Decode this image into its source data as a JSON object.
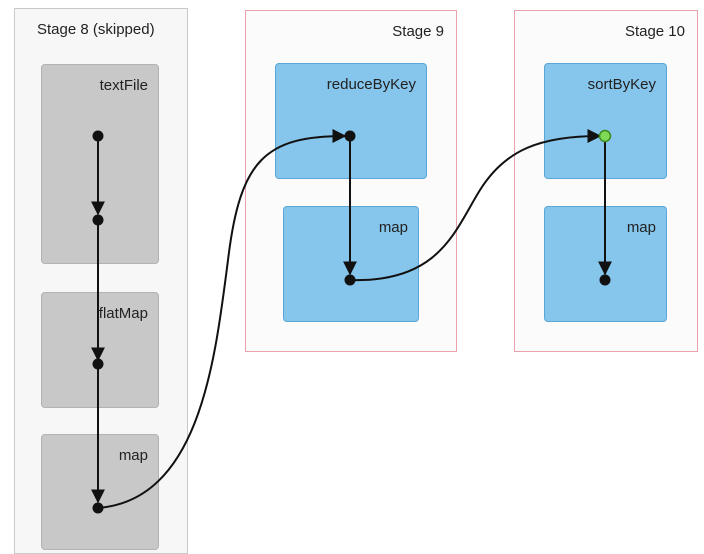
{
  "stages": [
    {
      "label": "Stage 8 (skipped)",
      "status": "skipped"
    },
    {
      "label": "Stage 9",
      "status": "active"
    },
    {
      "label": "Stage 10",
      "status": "active"
    }
  ],
  "rdds": {
    "textfile": {
      "label": "textFile"
    },
    "flatmap": {
      "label": "flatMap"
    },
    "map_stage8": {
      "label": "map"
    },
    "reducebykey": {
      "label": "reduceByKey"
    },
    "map_stage9": {
      "label": "map"
    },
    "sortbykey": {
      "label": "sortByKey"
    },
    "map_stage10": {
      "label": "map"
    }
  },
  "colors": {
    "skipped_box": "#c8c8c8",
    "active_box": "#86c5ec",
    "stage_border": "#e8a1ad",
    "highlight_node": "#7ed957",
    "edge": "#111111"
  }
}
